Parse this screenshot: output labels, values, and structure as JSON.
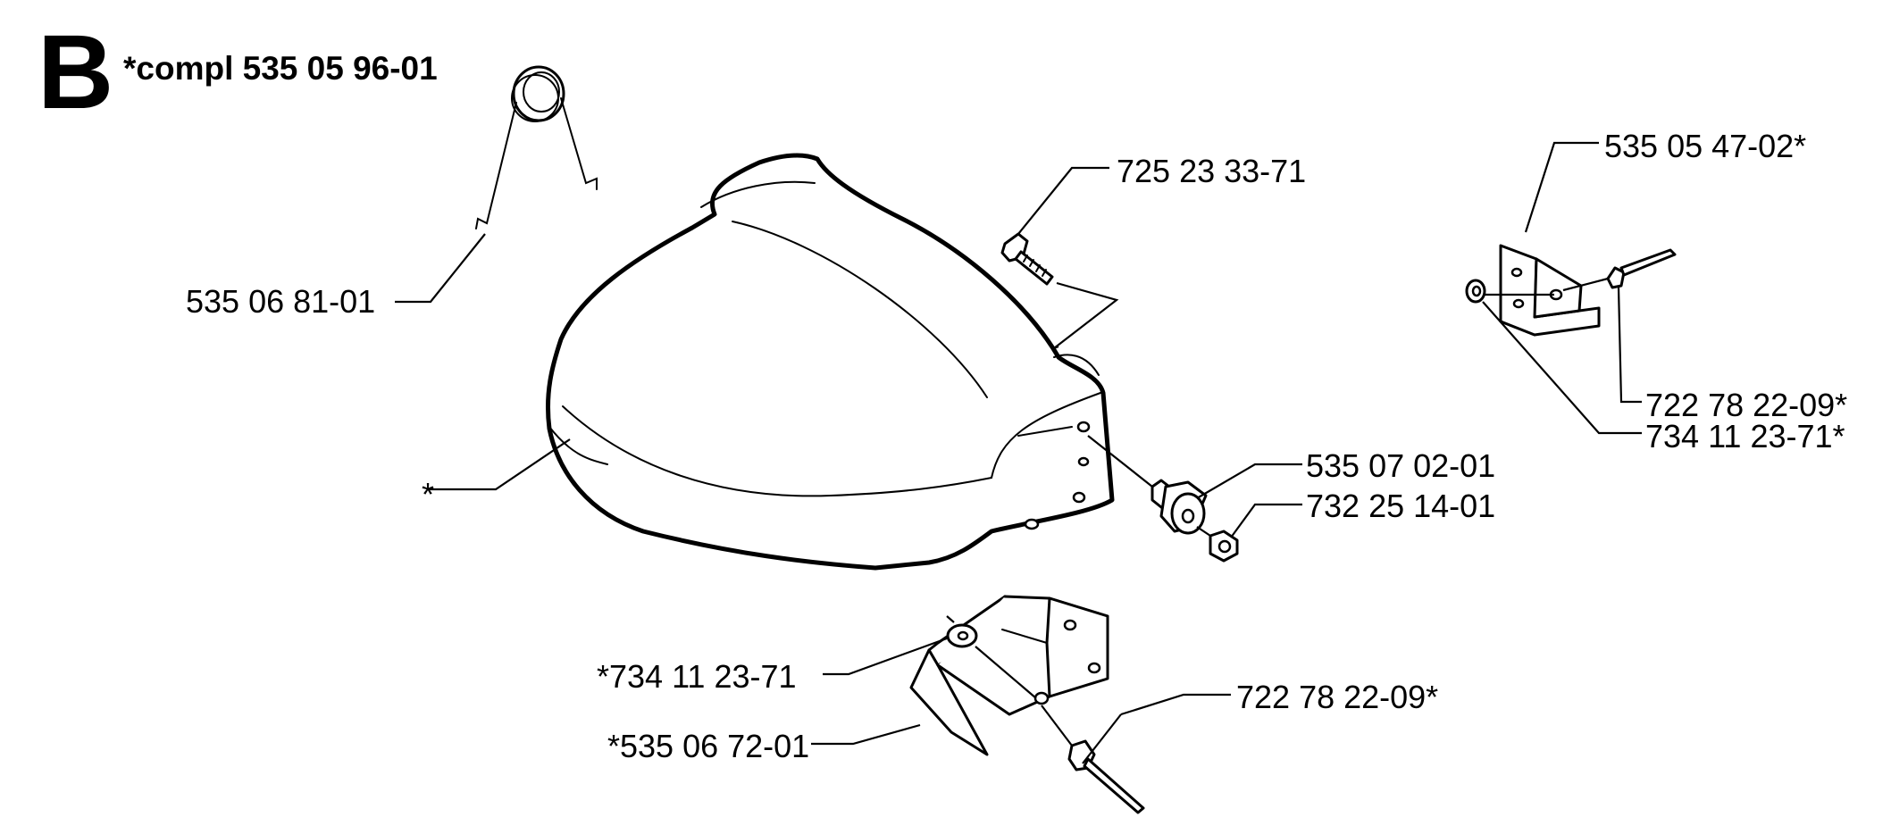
{
  "header": {
    "section_letter": "B",
    "assembly_note": "*compl 535 05 96-01"
  },
  "labels": {
    "spring": "535 06 81-01",
    "cover": "*",
    "screw": "725 23 33-71",
    "bushing": "535 07 02-01",
    "nut": "732 25 14-01",
    "bracket_right": "535 05 47-02*",
    "rivet_right": "722 78 22-09*",
    "washer_right": "734 11 23-71*",
    "washer_bottom": "*734 11 23-71",
    "bracket_bottom": "*535 06 72-01",
    "rivet_bottom": "722 78 22-09*"
  }
}
